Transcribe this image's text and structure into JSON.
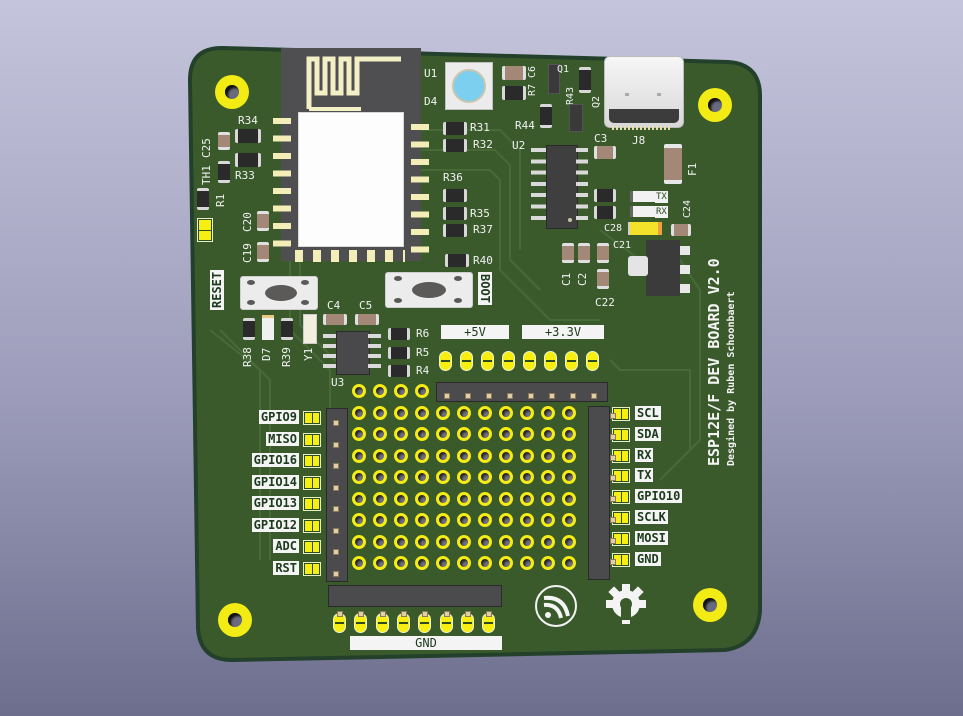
{
  "app": {
    "view": "PCB 3D Viewer render"
  },
  "board": {
    "title": "ESP12E/F DEV BOARD V2.0",
    "subtitle": "Desgined by Ruben Schoonbaert",
    "colors": {
      "background_top": "#c4c4dc",
      "background_bottom": "#6d6d8d",
      "soldermask": "#3a5a2c",
      "copper_pad": "#f7ef12",
      "silkscreen": "#f2f2f2",
      "edge": "#23402a"
    }
  },
  "buttons": {
    "reset_label": "RESET",
    "boot_label": "BOOT"
  },
  "rail_labels": {
    "plus5v": "+5V",
    "plus3v3": "+3.3V",
    "gnd": "GND"
  },
  "left_pins": [
    "GPIO9",
    "MISO",
    "GPIO16",
    "GPIO14",
    "GPIO13",
    "GPIO12",
    "ADC",
    "RST"
  ],
  "right_pins": [
    "SCL",
    "SDA",
    "RX",
    "TX",
    "GPIO10",
    "SCLK",
    "MOSI",
    "GND"
  ],
  "leds": {
    "tx": "TX",
    "rx": "RX"
  },
  "refdes": {
    "u1": "U1",
    "d4": "D4",
    "r34": "R34",
    "c25": "C25",
    "th1": "TH1",
    "r33": "R33",
    "r1": "R1",
    "c20": "C20",
    "c19": "C19",
    "r31": "R31",
    "r32": "R32",
    "r36": "R36",
    "r35": "R35",
    "r37": "R37",
    "r40": "R40",
    "r7": "R7",
    "c6": "C6",
    "q1": "Q1",
    "r43": "R43",
    "q2": "Q2",
    "r44": "R44",
    "u2": "U2",
    "c3": "C3",
    "j8": "J8",
    "f1": "F1",
    "c24": "C24",
    "c28": "C28",
    "c21": "C21",
    "c1": "C1",
    "c2": "C2",
    "c22": "C22",
    "c4": "C4",
    "c5": "C5",
    "r6": "R6",
    "r5": "R5",
    "r4": "R4",
    "r38": "R38",
    "d7": "D7",
    "r39": "R39",
    "y1": "Y1",
    "u3": "U3"
  },
  "logos": {
    "espressif": "espressif-logo",
    "oshw": "open-source-hardware-logo"
  }
}
